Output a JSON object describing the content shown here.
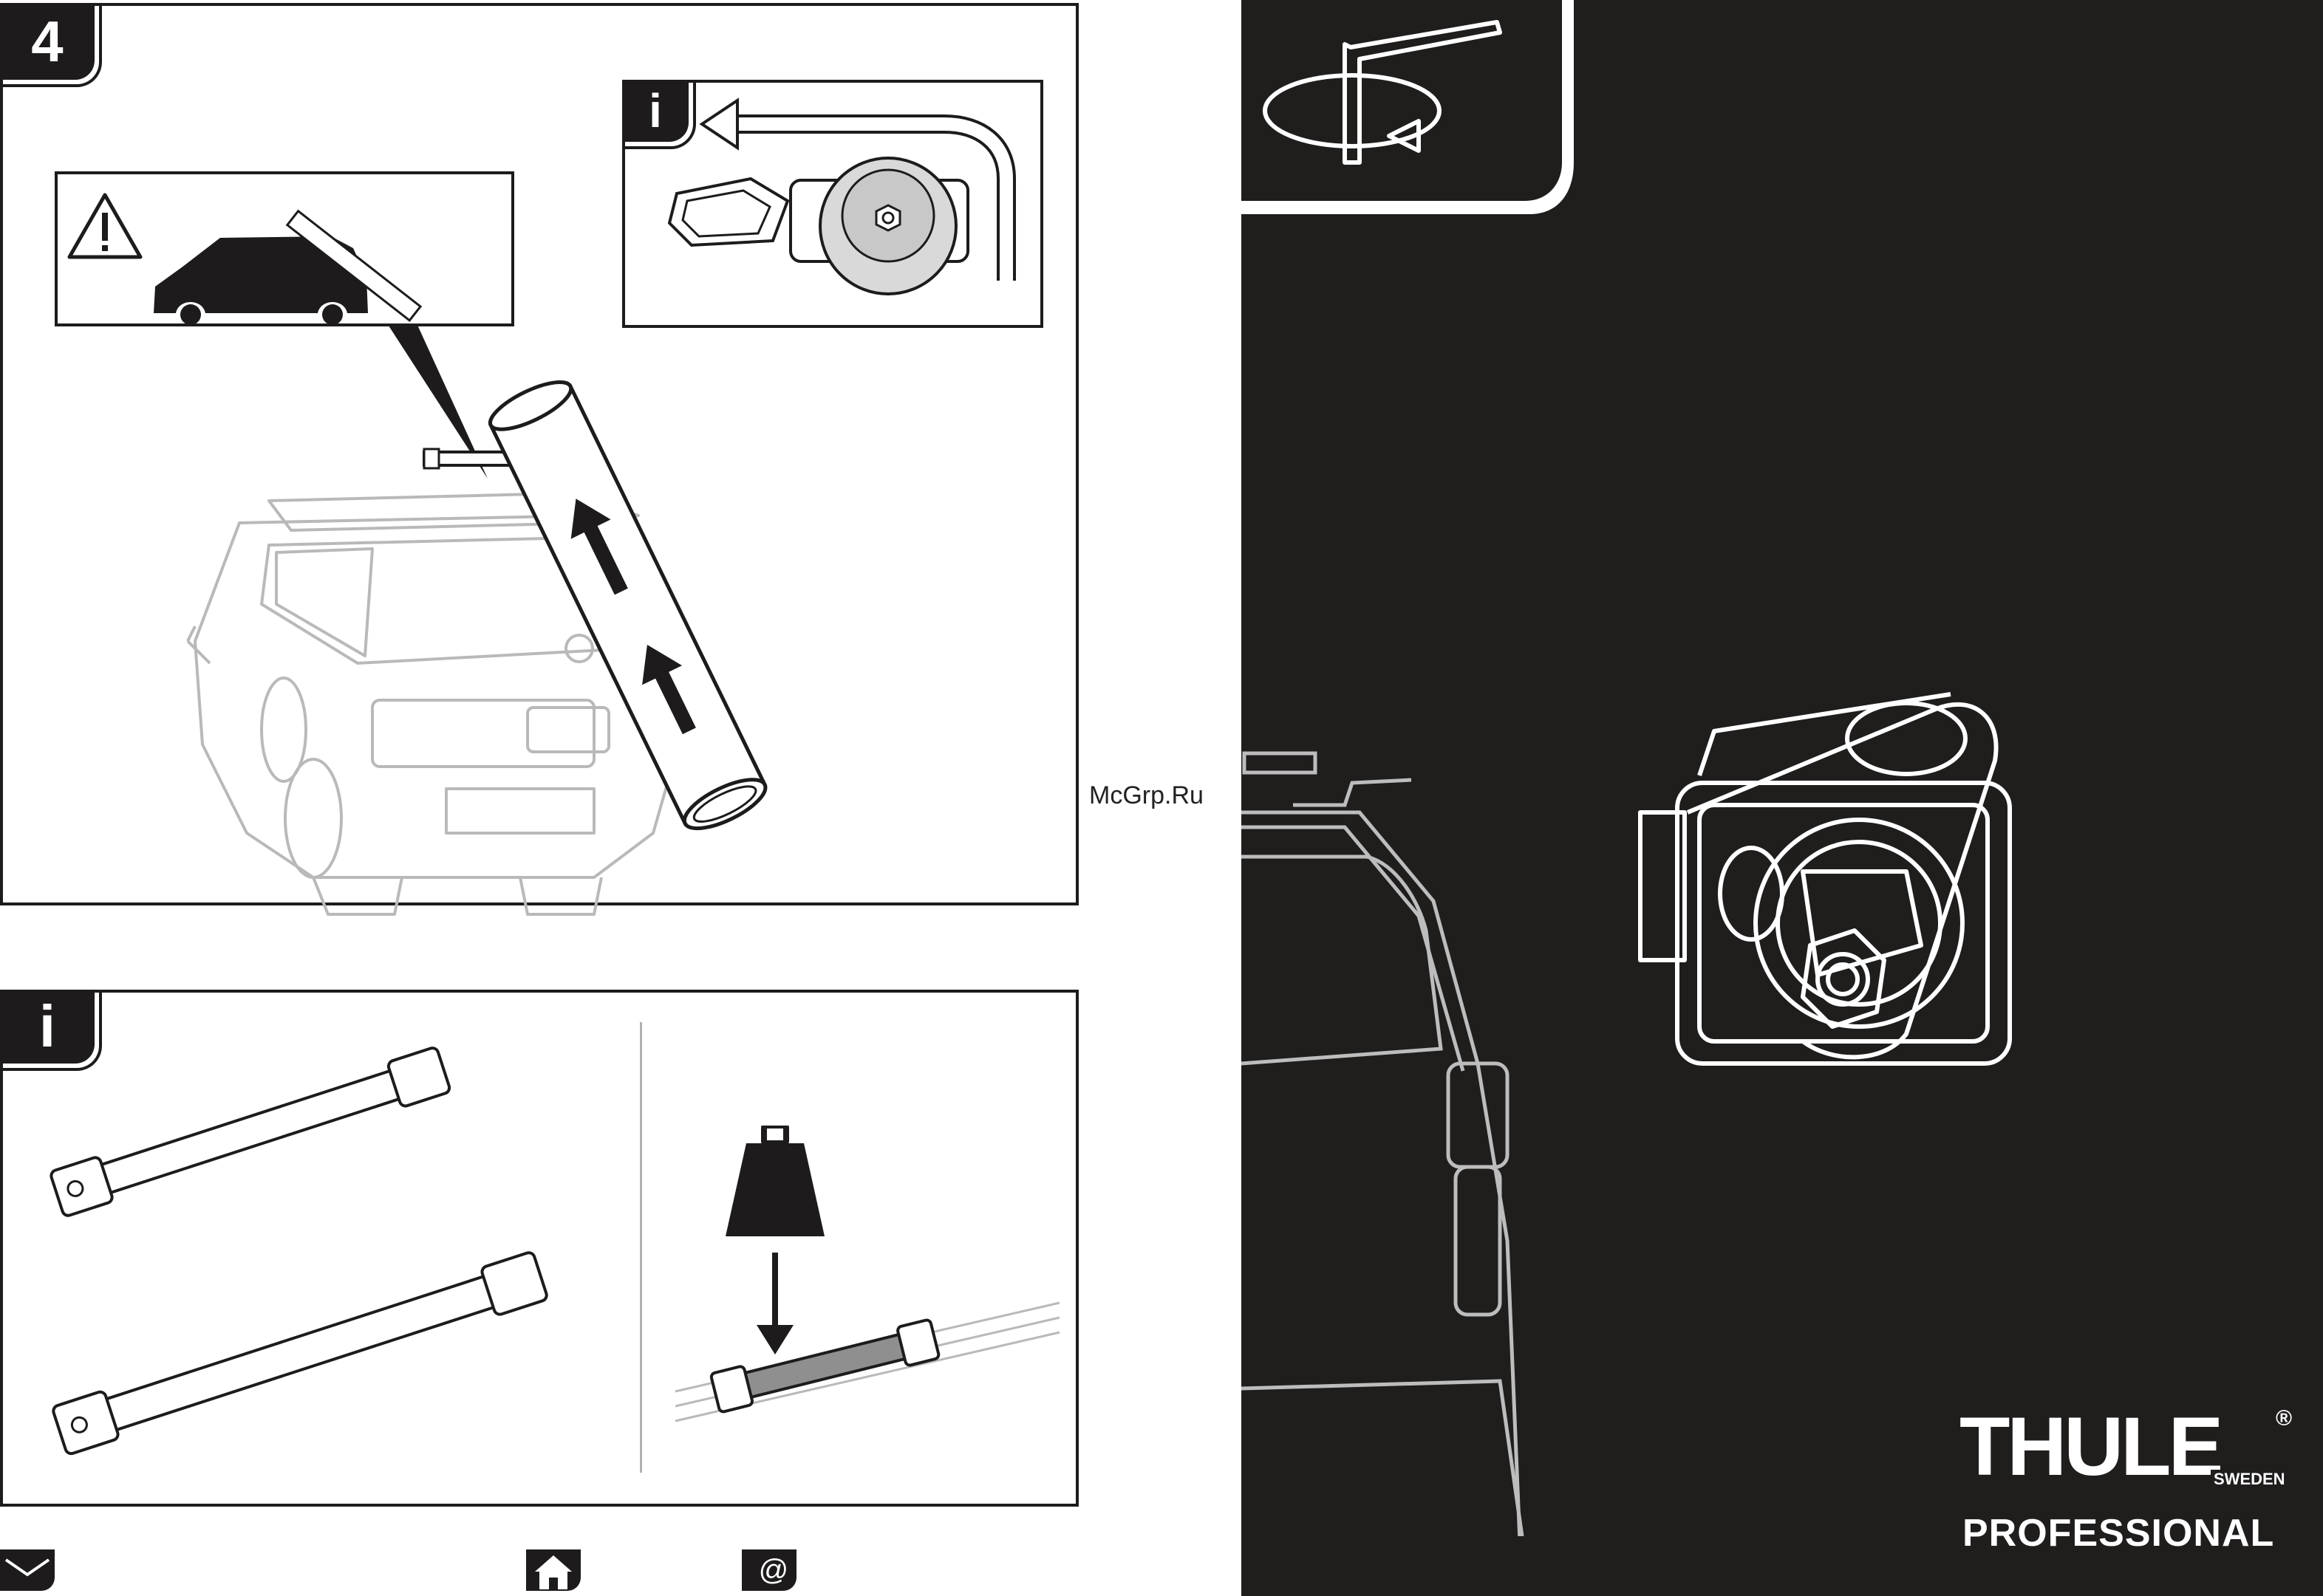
{
  "step": {
    "number": "4"
  },
  "info_tag": {
    "label": "i"
  },
  "watermark": {
    "text": "McGrp.Ru"
  },
  "brand": {
    "name": "THULE",
    "registered": "®",
    "country": "SWEDEN",
    "line": "PROFESSIONAL"
  },
  "icons": {
    "warning": "warning-triangle-icon",
    "mail": "envelope-icon",
    "home": "home-icon",
    "web": "at-sign-icon",
    "weight": "weight-icon"
  },
  "footer": {
    "web_symbol": "@"
  }
}
